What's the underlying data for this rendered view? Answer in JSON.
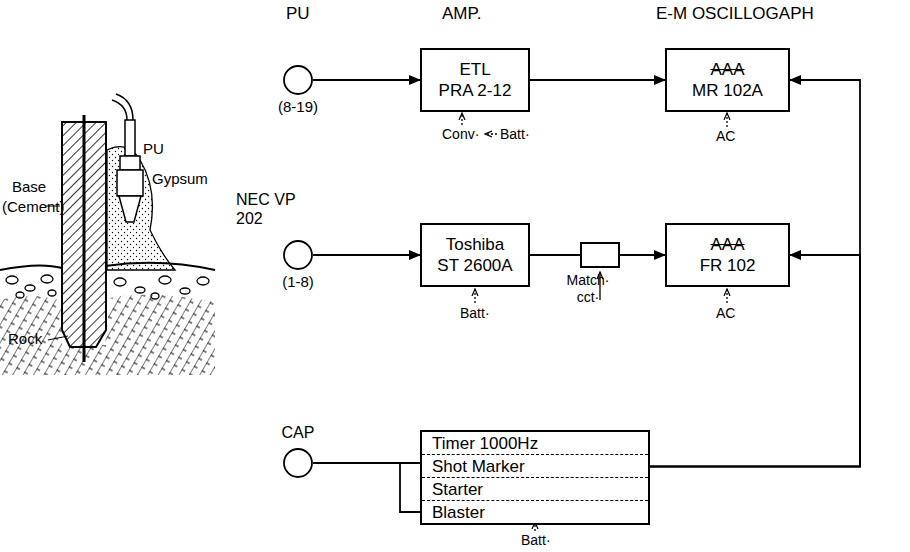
{
  "diagram": {
    "nodes": [
      {
        "text": [
          "(8-19)"
        ]
      },
      {
        "text": [
          "(1-8)"
        ]
      },
      {
        "text": [
          "CAP"
        ]
      },
      {
        "text": [
          "ETL",
          "PRA 2-12"
        ]
      },
      {
        "text": [
          "Toshiba",
          "ST 2600A"
        ]
      },
      {
        "text": [
          "Match· cct·"
        ]
      },
      {
        "text": [
          "AAA",
          "MR 102A"
        ]
      },
      {
        "text": [
          "AAA",
          "FR 102"
        ]
      },
      {
        "text": [
          "Timer 1000Hz",
          "Shot Marker",
          "Starter",
          "Blaster"
        ]
      }
    ],
    "edges": [
      {
        "from": 0,
        "to": 3,
        "arrow": "to"
      },
      {
        "from": 3,
        "to": 6,
        "arrow": "to"
      },
      {
        "from": 1,
        "to": 4,
        "arrow": "to"
      },
      {
        "from": 4,
        "to": 5,
        "arrow": "none"
      },
      {
        "from": 5,
        "to": 7,
        "arrow": "to"
      },
      {
        "from": 2,
        "to": 8,
        "arrow": "none"
      },
      {
        "from": 8,
        "to": 7,
        "arrow": "to"
      },
      {
        "from": 8,
        "to": 6,
        "arrow": "to"
      }
    ],
    "labels": [
      "PU",
      "AMP.",
      "E-M OSCILLOGAPH",
      "NEC VP 202",
      "Conv·",
      "Batt·",
      "Batt·",
      "AC",
      "AC",
      "Batt·",
      "Base",
      "(Cement)",
      "PU",
      "Gypsum",
      "Rock"
    ]
  }
}
